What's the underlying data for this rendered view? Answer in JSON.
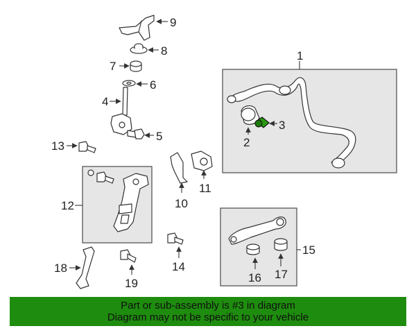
{
  "callouts": {
    "c1": "1",
    "c2": "2",
    "c3": "3",
    "c4": "4",
    "c5": "5",
    "c6": "6",
    "c7": "7",
    "c8": "8",
    "c9": "9",
    "c10": "10",
    "c11": "11",
    "c12": "12",
    "c13": "13",
    "c14": "14",
    "c15": "15",
    "c16": "16",
    "c17": "17",
    "c18": "18",
    "c19": "19"
  },
  "banner": {
    "line1": "Part or sub-assembly is #3 in diagram",
    "line2": "Diagram may not be specific to your vehicle"
  },
  "colors": {
    "highlight_part": "#2a9a12",
    "banner_background": "#1e8c0e",
    "assembly_box": "#e6e6e6"
  },
  "icons": [
    "arrow-icon"
  ]
}
